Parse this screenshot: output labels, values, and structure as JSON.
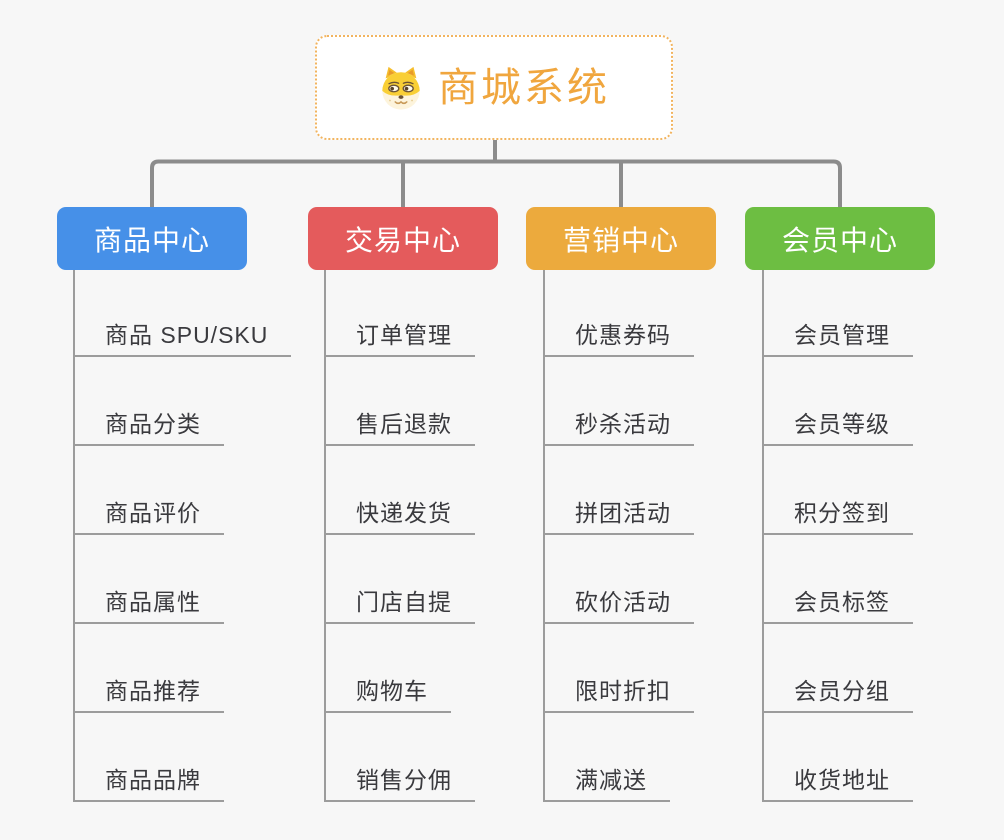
{
  "colors": {
    "background": "#F7F7F7",
    "connector": "#8C8C8C",
    "leaf_line": "#9C9C9C",
    "leaf_text": "#3A3A3E"
  },
  "root": {
    "title": "商城系统",
    "title_color": "#F0A63E",
    "border_color": "#F2B45F",
    "icon": "dog-face-icon"
  },
  "branches": [
    {
      "label": "商品中心",
      "color": "#4690E8",
      "children": [
        "商品 SPU/SKU",
        "商品分类",
        "商品评价",
        "商品属性",
        "商品推荐",
        "商品品牌"
      ]
    },
    {
      "label": "交易中心",
      "color": "#E45B5C",
      "children": [
        "订单管理",
        "售后退款",
        "快递发货",
        "门店自提",
        "购物车",
        "销售分佣"
      ]
    },
    {
      "label": "营销中心",
      "color": "#ECAA3D",
      "children": [
        "优惠券码",
        "秒杀活动",
        "拼团活动",
        "砍价活动",
        "限时折扣",
        "满减送"
      ]
    },
    {
      "label": "会员中心",
      "color": "#6DBE42",
      "children": [
        "会员管理",
        "会员等级",
        "积分签到",
        "会员标签",
        "会员分组",
        "收货地址"
      ]
    }
  ]
}
